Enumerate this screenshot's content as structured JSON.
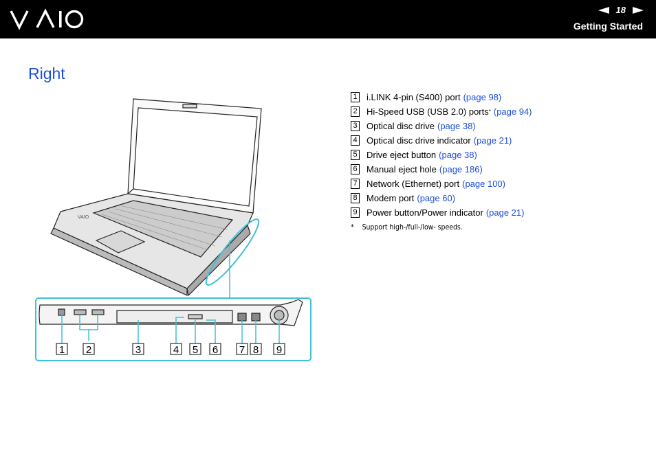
{
  "header": {
    "page_number": "18",
    "section": "Getting Started",
    "prev_icon": "triangle-left-icon",
    "next_icon": "triangle-right-icon",
    "logo_text": "VAIO"
  },
  "title": "Right",
  "callouts": [
    "1",
    "2",
    "3",
    "4",
    "5",
    "6",
    "7",
    "8",
    "9"
  ],
  "items": [
    {
      "num": "1",
      "text": "i.LINK 4-pin (S400) port",
      "sup": "",
      "link": "(page 98)"
    },
    {
      "num": "2",
      "text": "Hi-Speed USB (USB 2.0) ports",
      "sup": "*",
      "link": "(page 94)"
    },
    {
      "num": "3",
      "text": "Optical disc drive",
      "sup": "",
      "link": "(page 38)"
    },
    {
      "num": "4",
      "text": "Optical disc drive indicator",
      "sup": "",
      "link": "(page 21)"
    },
    {
      "num": "5",
      "text": "Drive eject button",
      "sup": "",
      "link": "(page 38)"
    },
    {
      "num": "6",
      "text": "Manual eject hole",
      "sup": "",
      "link": "(page 186)"
    },
    {
      "num": "7",
      "text": "Network (Ethernet) port",
      "sup": "",
      "link": "(page 100)"
    },
    {
      "num": "8",
      "text": "Modem port",
      "sup": "",
      "link": "(page 60)"
    },
    {
      "num": "9",
      "text": "Power button/Power indicator",
      "sup": "",
      "link": "(page 21)"
    }
  ],
  "footnote": {
    "mark": "*",
    "text": "Support high-/full-/low- speeds."
  },
  "colors": {
    "link": "#1d4ed8",
    "callout_frame": "#3ec1d6",
    "header_bg": "#000000"
  }
}
